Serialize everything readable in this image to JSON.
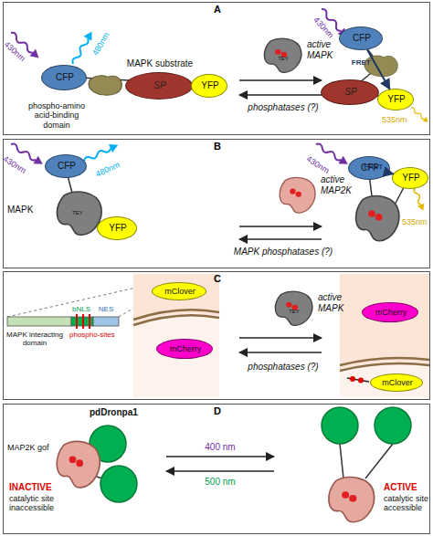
{
  "diagram": {
    "nodes": [
      {
        "text": [
          "A"
        ]
      },
      {
        "text": [
          "CFP"
        ],
        "in": 0
      },
      {
        "text": [
          "phospho-amino acid-binding domain"
        ],
        "in": 0
      },
      {
        "text": [
          "MAPK substrate",
          "SP"
        ],
        "in": 0
      },
      {
        "text": [
          "YFP"
        ],
        "in": 0
      },
      {
        "text": [
          "active MAPK",
          "TEY"
        ],
        "in": 0
      },
      {
        "text": [
          "CFP"
        ],
        "in": 0
      },
      {
        "text": [
          "SP"
        ],
        "in": 0
      },
      {
        "text": [
          "YFP"
        ],
        "in": 0
      },
      {
        "text": [
          "B"
        ]
      },
      {
        "text": [
          "CFP"
        ],
        "in": 9
      },
      {
        "text": [
          "MAPK",
          "TEY"
        ],
        "in": 9
      },
      {
        "text": [
          "YFP"
        ],
        "in": 9
      },
      {
        "text": [
          "active MAP2K"
        ],
        "in": 9
      },
      {
        "text": [
          "CFP"
        ],
        "in": 9
      },
      {
        "text": [
          "YFP"
        ],
        "in": 9
      },
      {
        "text": [
          "C"
        ]
      },
      {
        "text": [
          "mClover"
        ],
        "in": 16
      },
      {
        "text": [
          "mCherry"
        ],
        "in": 16
      },
      {
        "text": [
          "active MAPK",
          "TEY"
        ],
        "in": 16
      },
      {
        "text": [
          "mCherry"
        ],
        "in": 16
      },
      {
        "text": [
          "mClover"
        ],
        "in": 16
      },
      {
        "text": [
          "D"
        ]
      },
      {
        "text": [
          "MAP2K gof"
        ],
        "in": 22
      }
    ],
    "edges": [
      {
        "from": 6,
        "to": 8,
        "label": "FRET",
        "arrow": "to"
      },
      {
        "from": 14,
        "to": 15,
        "label": "FRET",
        "arrow": "to"
      }
    ],
    "labels": [
      "430nm",
      "480nm",
      "phosphatases (?)",
      "430nm",
      "535nm",
      "430nm",
      "480nm",
      "MAPK phosphatases (?)",
      "430nm",
      "535nm",
      "MAPK interacting domain",
      "bNLS",
      "NES",
      "phospho-sites",
      "phosphatases (?)",
      "pdDronpa1",
      "INACTIVE",
      "catalytic site inaccessible",
      "400 nm",
      "500 nm",
      "ACTIVE",
      "catalytic site accessible"
    ]
  }
}
